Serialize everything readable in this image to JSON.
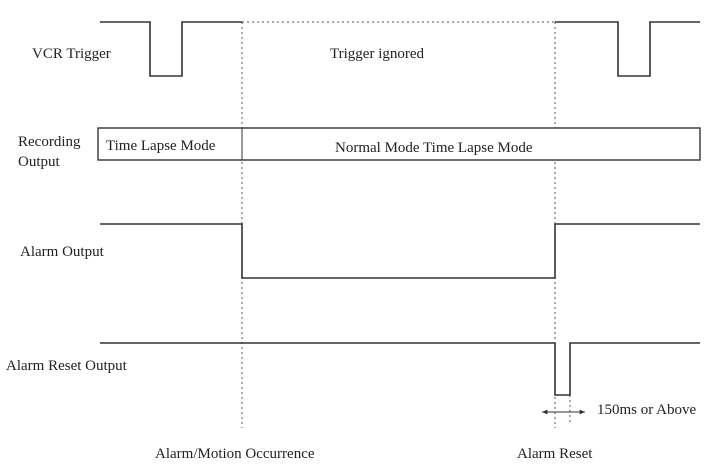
{
  "signals": {
    "vcr_trigger": "VCR Trigger",
    "recording_output_line1": "Recording",
    "recording_output_line2": "Output",
    "alarm_output": "Alarm Output",
    "alarm_reset_output": "Alarm Reset Output"
  },
  "annotations": {
    "trigger_ignored": "Trigger ignored",
    "time_lapse_mode": "Time Lapse Mode",
    "normal_mode": "Normal Mode Time Lapse Mode",
    "pulse_width": "150ms or Above"
  },
  "events": {
    "alarm_motion": "Alarm/Motion Occurrence",
    "alarm_reset": "Alarm Reset"
  }
}
